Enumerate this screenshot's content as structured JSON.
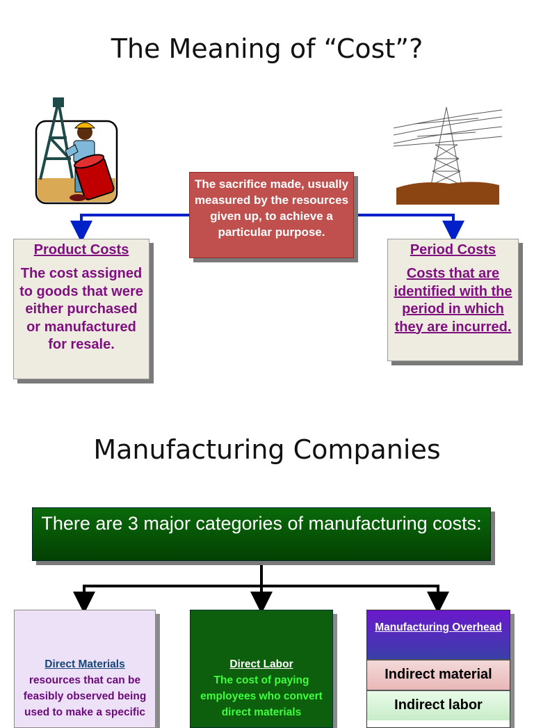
{
  "slide1": {
    "title": "The Meaning of “Cost”?",
    "definition": "The sacrifice made, usually measured by the resources given up, to achieve a particular purpose.",
    "product_costs": {
      "heading": "Product Costs",
      "text": "The cost assigned to goods that were either purchased or manufactured for resale."
    },
    "period_costs": {
      "heading": "Period Costs",
      "text": "Costs that are identified with the period in which they are incurred."
    }
  },
  "slide2": {
    "title": "Manufacturing Companies",
    "banner": "There are 3 major categories of manufacturing costs:",
    "direct_materials": {
      "heading": "Direct Materials",
      "text": "resources that can be feasibly observed being used to make a specific"
    },
    "direct_labor": {
      "heading": "Direct Labor",
      "text": "The cost of paying employees who convert direct materials"
    },
    "manufacturing_overhead": {
      "heading": "Manufacturing Overhead",
      "items": [
        "Indirect material",
        "Indirect labor"
      ]
    }
  },
  "colors": {
    "definition_box": "#c0504d",
    "cost_box": "#eeece1",
    "cost_text": "#7f0f7f",
    "connector_blue": "#0020c8",
    "banner_green": "#0a6a0a",
    "direct_labor_text": "#3dff3d"
  },
  "icons": {
    "left_clipart": "oil-worker-clipart",
    "right_clipart": "power-tower-clipart"
  }
}
